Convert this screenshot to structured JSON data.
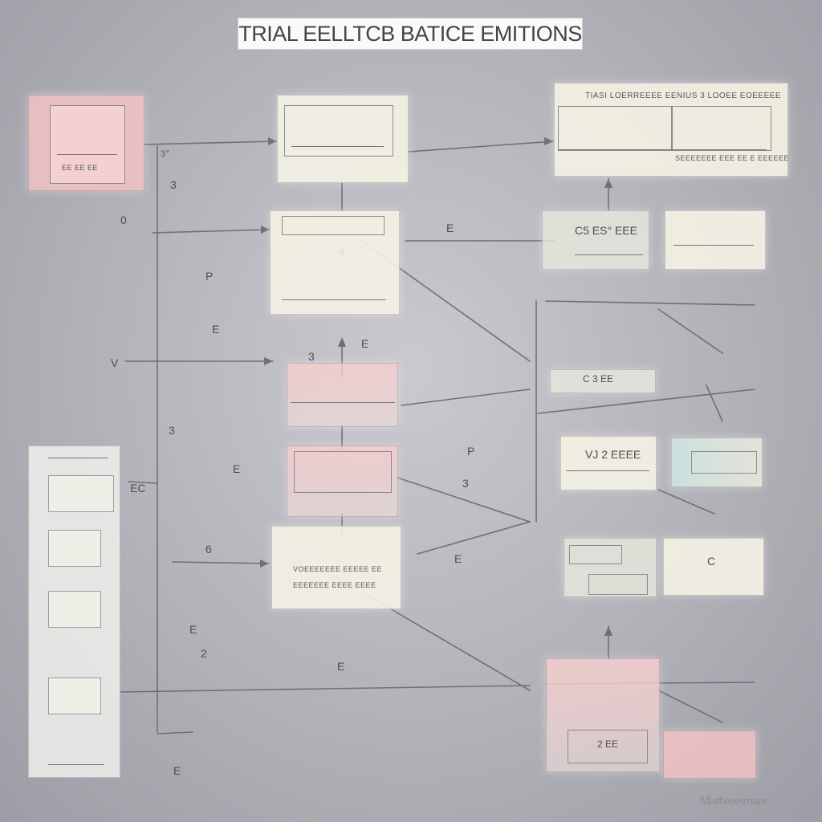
{
  "title": "TRIAL EELLTCB BATICE EMITIONS",
  "watermark": "Marbeeesrnans",
  "card_labels": {
    "top_right_header": "TIASI   LOERREEEE EENIUS   3   LOOEE EOEEEEE",
    "top_right_sub": "SEEEEEEE EEE EE E EEEEEE",
    "mid_center_a": "VOEEEEEEE EEEEE EE",
    "mid_center_b": "EEEEEEE EEEE EEEE",
    "right_card_1": "C5 ES° EEE",
    "right_card_2": "C 3 EE",
    "right_card_3": "VJ 2 EEEE",
    "right_card_4": "C",
    "right_card_5": "2 EE",
    "left_top_card": "EE EE EE"
  },
  "scribbles": [
    "3°",
    "0",
    "P",
    "E",
    "V",
    "3",
    "E",
    "3",
    "P",
    "E",
    "EC",
    "6",
    "2",
    "E",
    "3",
    "E",
    "E",
    "E",
    "3",
    "E"
  ],
  "colors": {
    "wire": "#6f6f78",
    "pink": "#f6c4c6",
    "cream": "#f5f3e4"
  }
}
